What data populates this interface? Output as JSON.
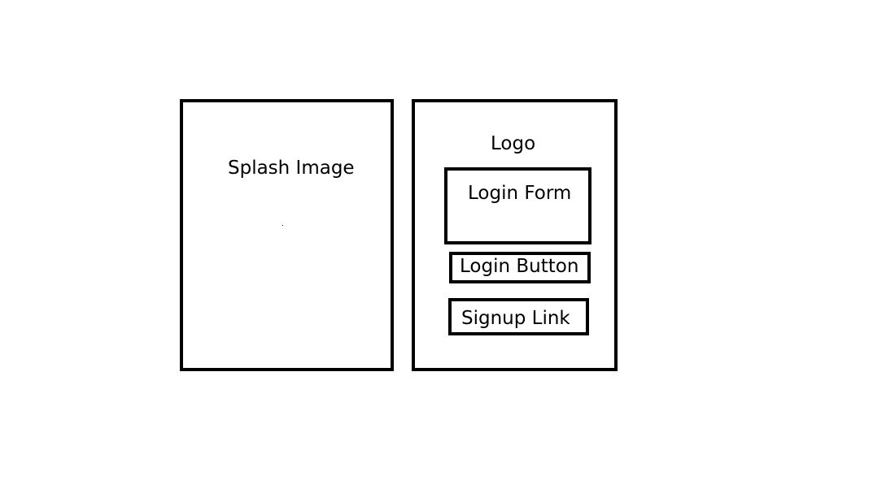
{
  "splash": {
    "label": "Splash Image"
  },
  "login_panel": {
    "logo_label": "Logo",
    "form_label": "Login Form",
    "button_label": "Login Button",
    "signup_label": "Signup Link"
  },
  "colors": {
    "stroke": "#000000",
    "background": "#ffffff"
  }
}
